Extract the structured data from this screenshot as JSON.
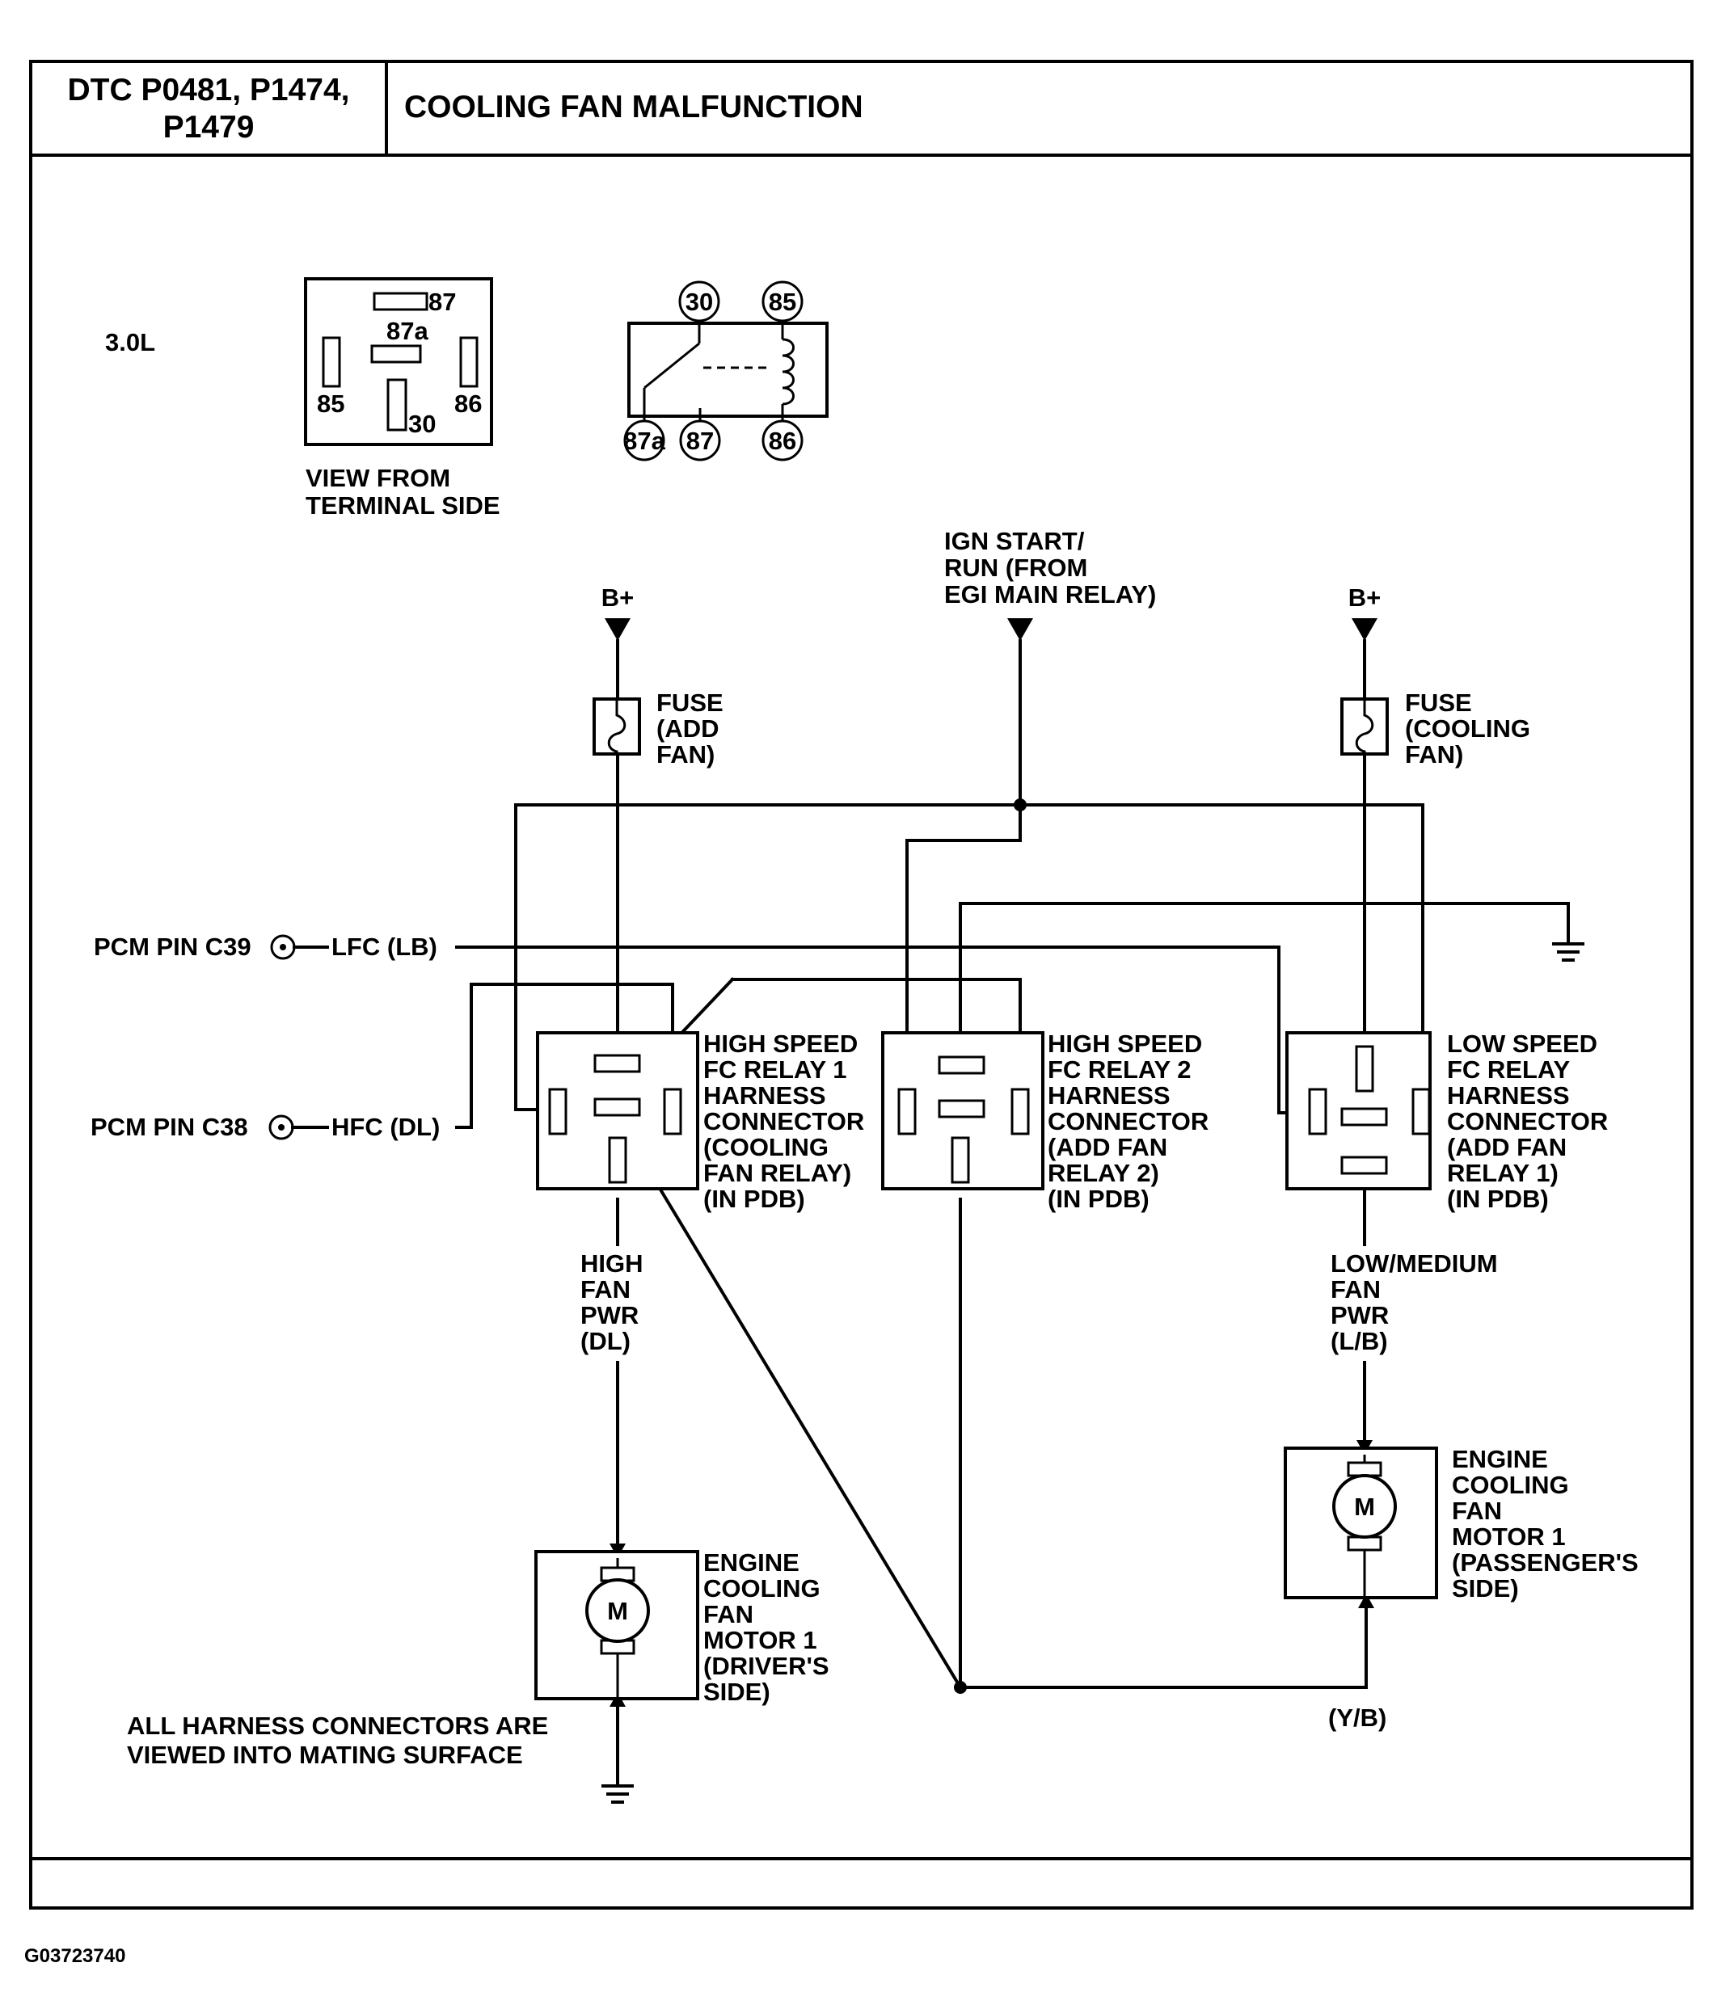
{
  "header": {
    "dtc_line1": "DTC P0481, P1474,",
    "dtc_line2": "P1479",
    "title": "COOLING FAN MALFUNCTION"
  },
  "engine": "3.0L",
  "relay_view": {
    "pins": {
      "p87": "87",
      "p87a": "87a",
      "p85": "85",
      "p86": "86",
      "p30": "30"
    },
    "caption": [
      "VIEW FROM",
      "TERMINAL SIDE"
    ]
  },
  "relay_schematic": {
    "terminals": {
      "t30": "30",
      "t85": "85",
      "t87a": "87a",
      "t87": "87",
      "t86": "86"
    }
  },
  "power": {
    "bplus_left": "B+",
    "bplus_right": "B+",
    "ign": [
      "IGN START/",
      "RUN (FROM",
      "EGI MAIN RELAY)"
    ]
  },
  "fuses": {
    "add_fan": [
      "FUSE",
      "(ADD",
      "FAN)"
    ],
    "cooling_fan": [
      "FUSE",
      "(COOLING",
      "FAN)"
    ]
  },
  "pcm": {
    "c39": "PCM PIN C39",
    "lfc": "LFC (LB)",
    "c38": "PCM PIN C38",
    "hfc": "HFC (DL)"
  },
  "relays": {
    "high1": [
      "HIGH SPEED",
      "FC RELAY 1",
      "HARNESS",
      "CONNECTOR",
      "(COOLING",
      "FAN RELAY)",
      "(IN PDB)"
    ],
    "high2": [
      "HIGH SPEED",
      "FC RELAY 2",
      "HARNESS",
      "CONNECTOR",
      "(ADD FAN",
      "RELAY 2)",
      "(IN PDB)"
    ],
    "low": [
      "LOW SPEED",
      "FC RELAY",
      "HARNESS",
      "CONNECTOR",
      "(ADD FAN",
      "RELAY 1)",
      "(IN PDB)"
    ]
  },
  "wires": {
    "high_fan_pwr": [
      "HIGH",
      "FAN",
      "PWR",
      "(DL)"
    ],
    "low_fan_pwr": [
      "LOW/MEDIUM",
      "FAN",
      "PWR",
      "(L/B)"
    ],
    "yb": "(Y/B)"
  },
  "motors": {
    "symbol": "M",
    "driver": [
      "ENGINE",
      "COOLING",
      "FAN",
      "MOTOR 1",
      "(DRIVER'S",
      "SIDE)"
    ],
    "passenger": [
      "ENGINE",
      "COOLING",
      "FAN",
      "MOTOR 1",
      "(PASSENGER'S",
      "SIDE)"
    ]
  },
  "note": [
    "ALL HARNESS CONNECTORS ARE",
    "VIEWED INTO MATING SURFACE"
  ],
  "figure_id": "G03723740"
}
